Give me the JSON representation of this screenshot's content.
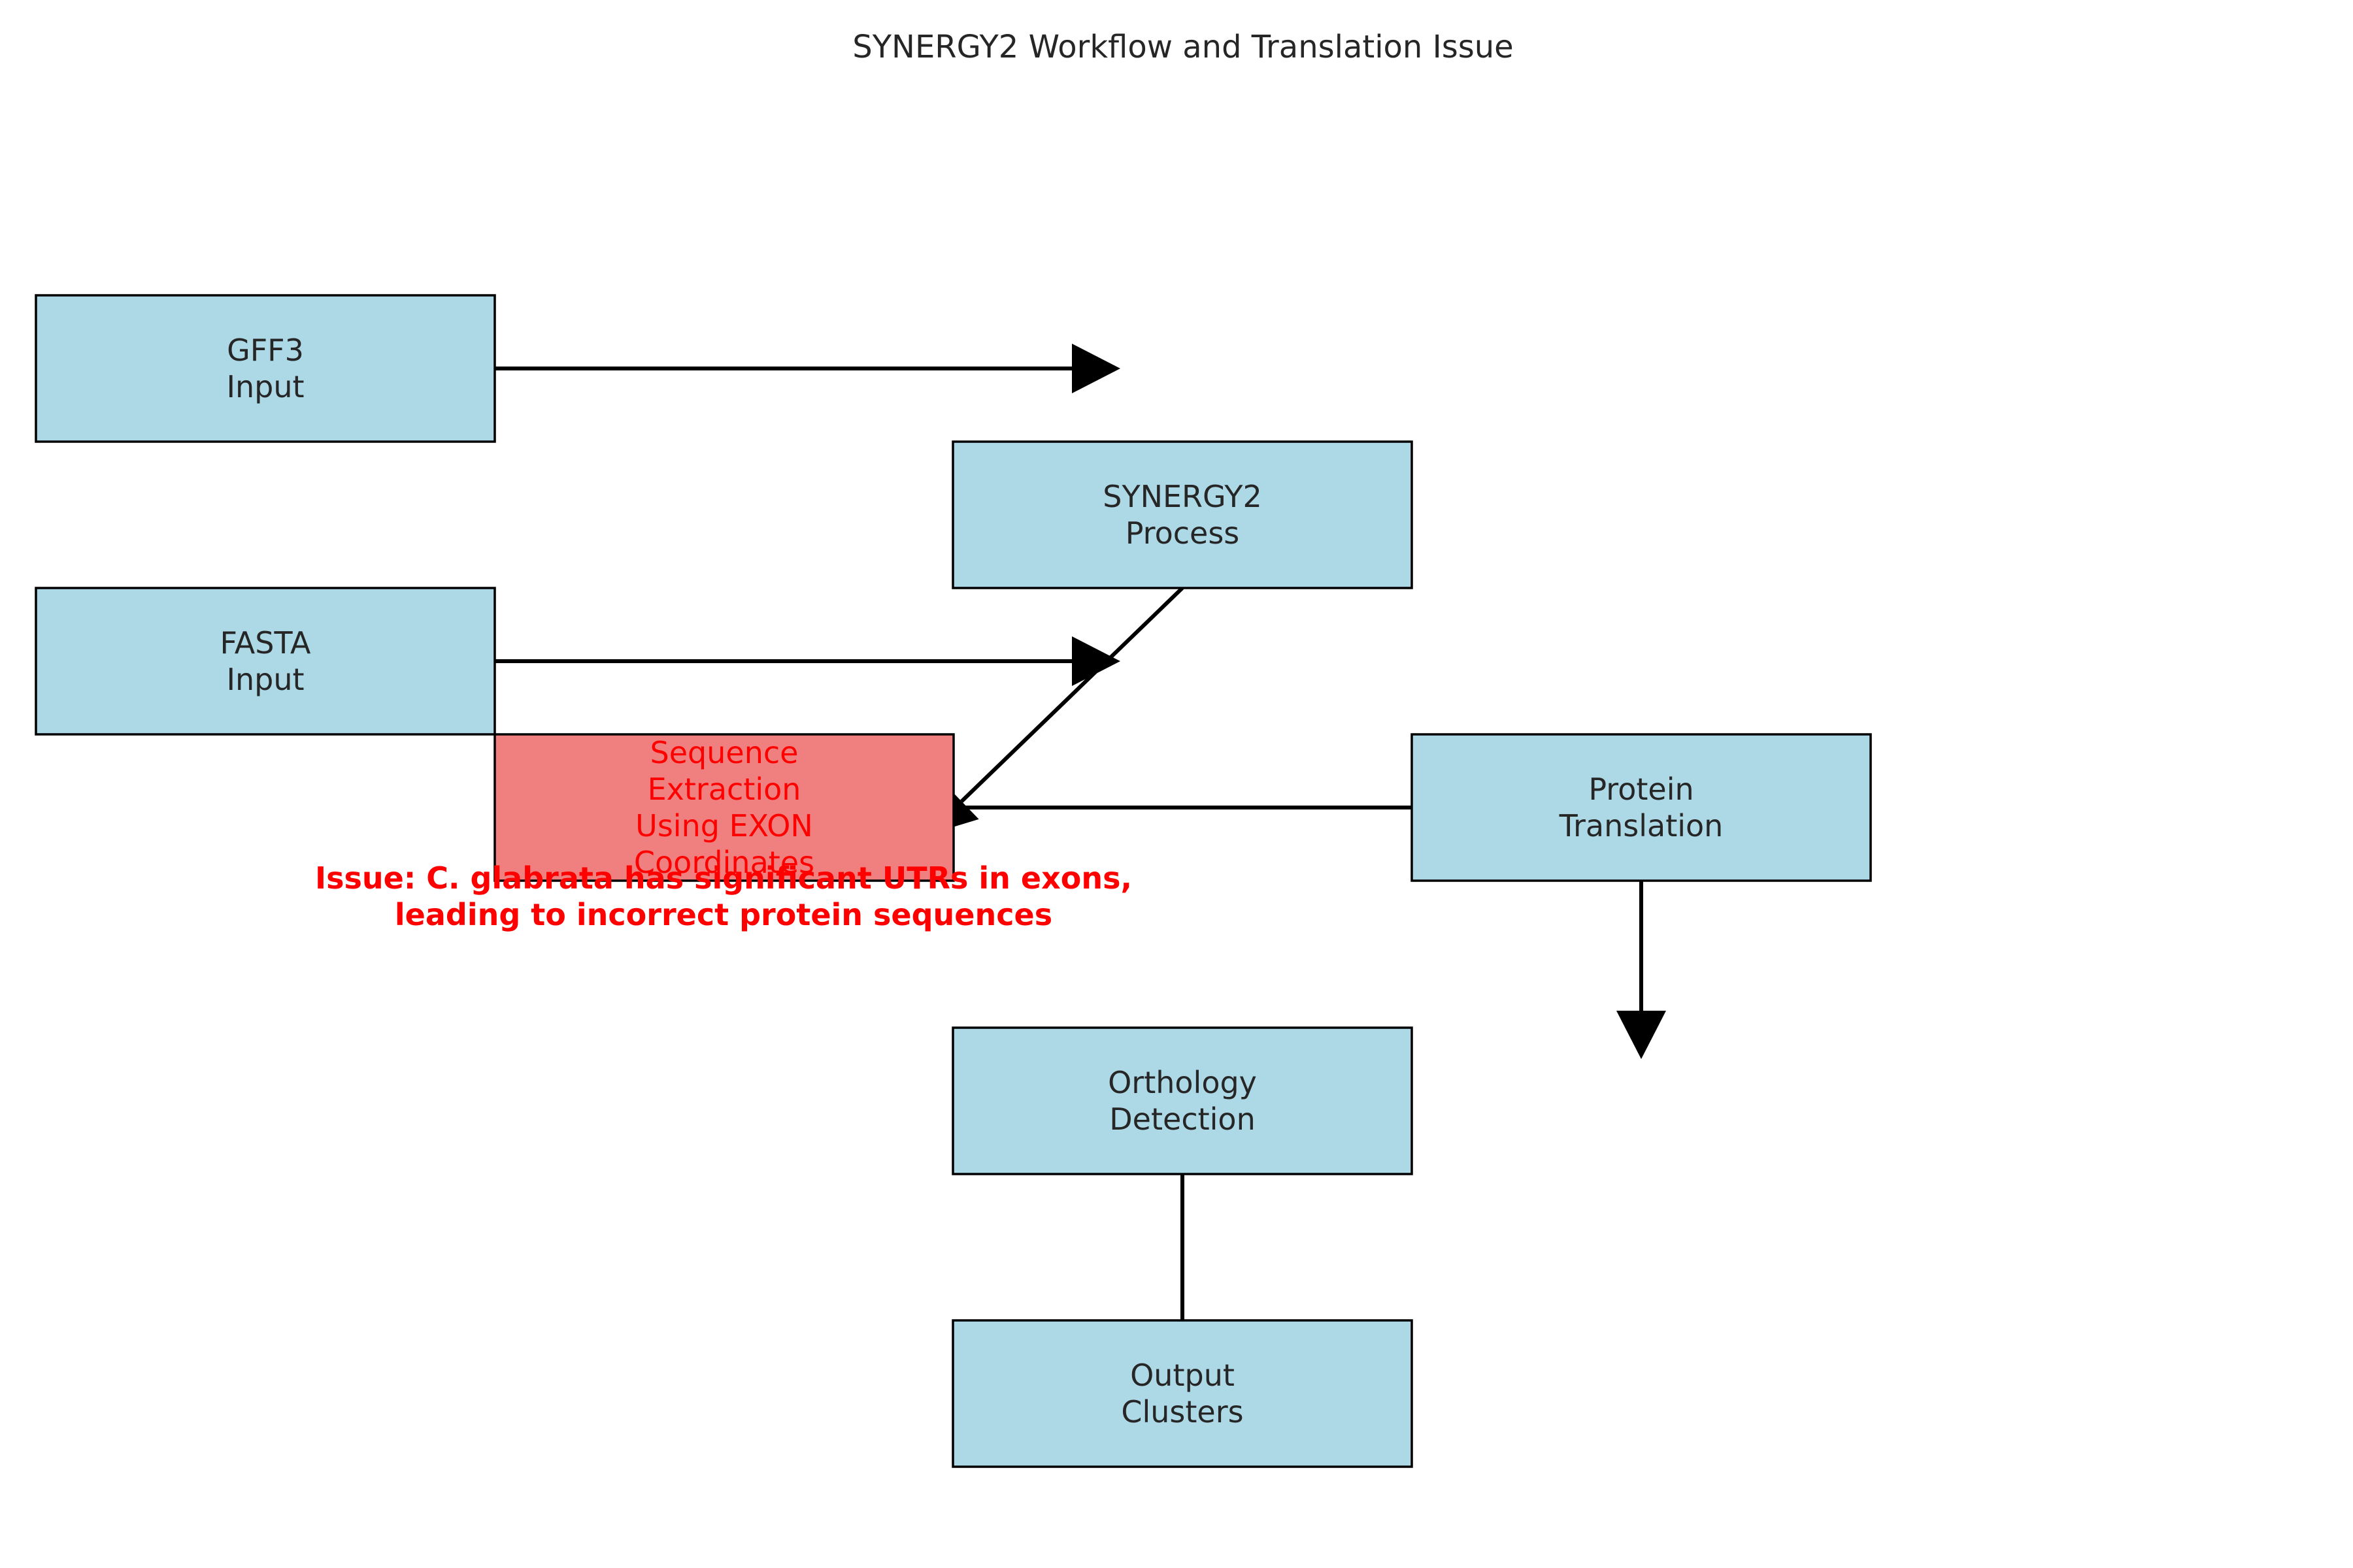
{
  "title": "SYNERGY2 Workflow and Translation Issue",
  "colors": {
    "node_fill": "#add8e6",
    "highlight_fill": "#f08080",
    "node_text": "#262626",
    "highlight_text": "#ff0000",
    "issue_text": "#ff0000",
    "arrow": "#000000"
  },
  "nodes": [
    {
      "id": "gff3",
      "lines": [
        "GFF3",
        "Input"
      ],
      "highlight": false
    },
    {
      "id": "synergy2",
      "lines": [
        "SYNERGY2",
        "Process"
      ],
      "highlight": false
    },
    {
      "id": "fasta",
      "lines": [
        "FASTA",
        "Input"
      ],
      "highlight": false
    },
    {
      "id": "extraction",
      "lines": [
        "Sequence",
        "Extraction",
        "Using EXON",
        "Coordinates"
      ],
      "highlight": true
    },
    {
      "id": "translation",
      "lines": [
        "Protein",
        "Translation"
      ],
      "highlight": false
    },
    {
      "id": "orthology",
      "lines": [
        "Orthology",
        "Detection"
      ],
      "highlight": false
    },
    {
      "id": "output",
      "lines": [
        "Output",
        "Clusters"
      ],
      "highlight": false
    }
  ],
  "issue_note": {
    "lines": [
      "Issue: C. glabrata has significant UTRs in exons,",
      "leading to incorrect protein sequences"
    ]
  }
}
